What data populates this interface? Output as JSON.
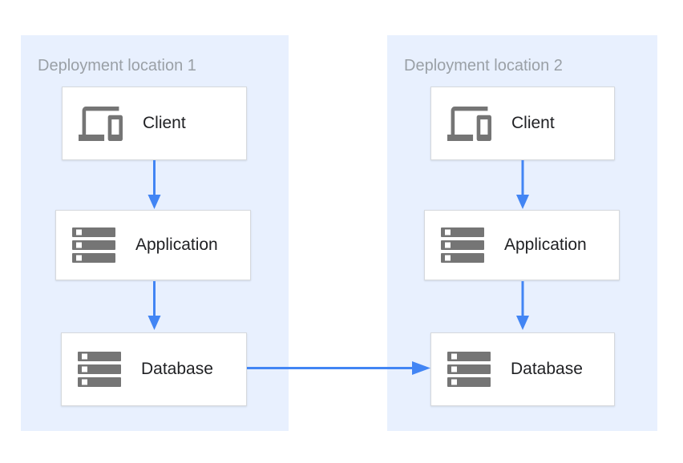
{
  "colors": {
    "panel_bg": "#e8f0fe",
    "arrow_color": "#4285f4",
    "icon_color": "#757575",
    "title_color": "#9aa0a6",
    "label_color": "#202124",
    "box_border": "#d6d9dd",
    "box_bg": "#ffffff",
    "page_bg": "#ffffff"
  },
  "panels": [
    {
      "title": "Deployment location 1",
      "nodes": [
        {
          "label": "Client",
          "icon": "devices-icon"
        },
        {
          "label": "Application",
          "icon": "server-icon"
        },
        {
          "label": "Database",
          "icon": "server-icon"
        }
      ]
    },
    {
      "title": "Deployment location 2",
      "nodes": [
        {
          "label": "Client",
          "icon": "devices-icon"
        },
        {
          "label": "Application",
          "icon": "server-icon"
        },
        {
          "label": "Database",
          "icon": "server-icon"
        }
      ]
    }
  ],
  "arrows": [
    {
      "from": "client-1",
      "to": "application-1"
    },
    {
      "from": "application-1",
      "to": "database-1"
    },
    {
      "from": "client-2",
      "to": "application-2"
    },
    {
      "from": "application-2",
      "to": "database-2"
    },
    {
      "from": "database-1",
      "to": "database-2"
    }
  ]
}
